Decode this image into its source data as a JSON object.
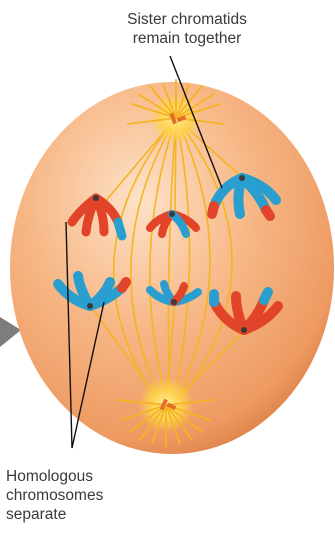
{
  "labels": {
    "sister_chromatids": [
      "Sister chromatids",
      "remain together"
    ],
    "homologous": [
      "Homologous",
      "chromosomes",
      "separate"
    ]
  },
  "colors": {
    "cell_light": "#fbd0ad",
    "cell_mid": "#f3a56f",
    "cell_dark": "#d7793f",
    "spindle": "#f6b322",
    "centrosome": "#ffd64a",
    "centriole": "#e0702a",
    "chromatid_red": "#e2442a",
    "chromatid_blue": "#2a9fcf",
    "centromere": "#3a3a3a",
    "leader_line": "#111111",
    "arrow": "#7d7d7d",
    "text": "#3a3a3a"
  }
}
